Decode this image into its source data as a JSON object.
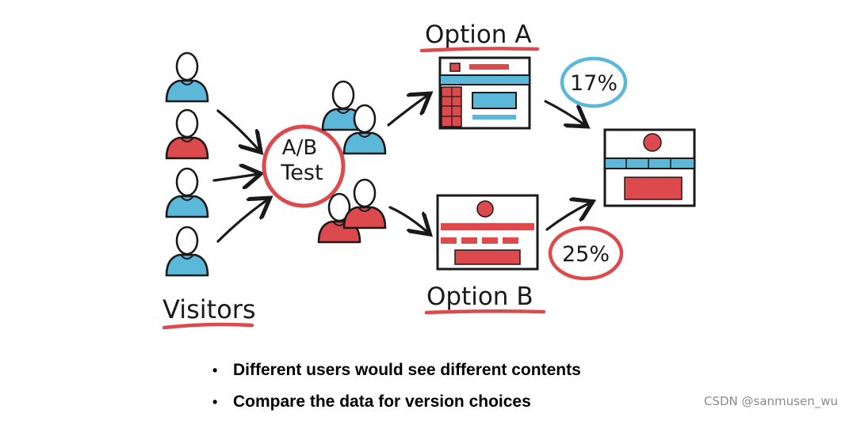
{
  "diagram": {
    "visitors_label": "Visitors",
    "test_label_line1": "A/B",
    "test_label_line2": "Test",
    "option_a_label": "Option A",
    "option_b_label": "Option B",
    "option_a_rate": "17%",
    "option_b_rate": "25%"
  },
  "bullets": [
    "Different users would see different contents",
    "Compare the data for version choices"
  ],
  "watermark": "CSDN @sanmusen_wu",
  "colors": {
    "blue": "#5bb8d9",
    "red": "#dd4a4d",
    "ink": "#1a1a1a"
  }
}
